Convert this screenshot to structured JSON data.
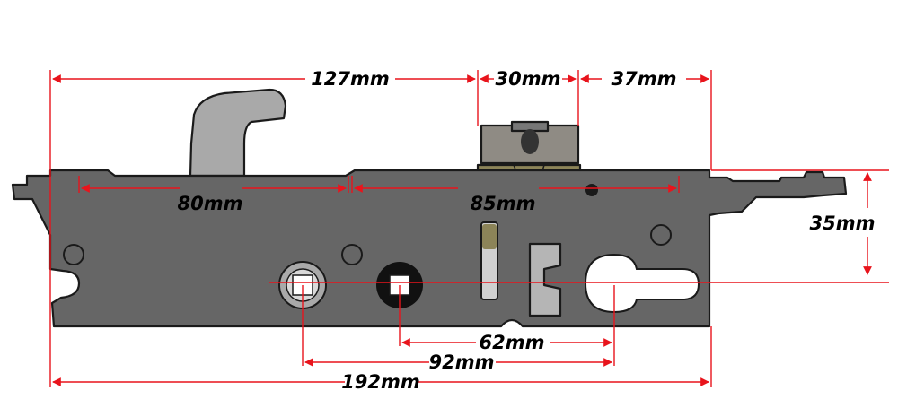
{
  "colors": {
    "body": "#666666",
    "hook": "#a9a9a9",
    "latch": "#8f8b84",
    "brass": "#8c8458",
    "dimension": "#e8141c",
    "label": "#000000",
    "outline": "#1a1a1a"
  },
  "labels": {
    "overall_top": "127mm",
    "latch_width": "30mm",
    "latch_to_end": "37mm",
    "hook_span": "80mm",
    "latch_span": "85mm",
    "backset": "35mm",
    "centre_62": "62mm",
    "centre_92": "92mm",
    "overall_bottom": "192mm"
  }
}
